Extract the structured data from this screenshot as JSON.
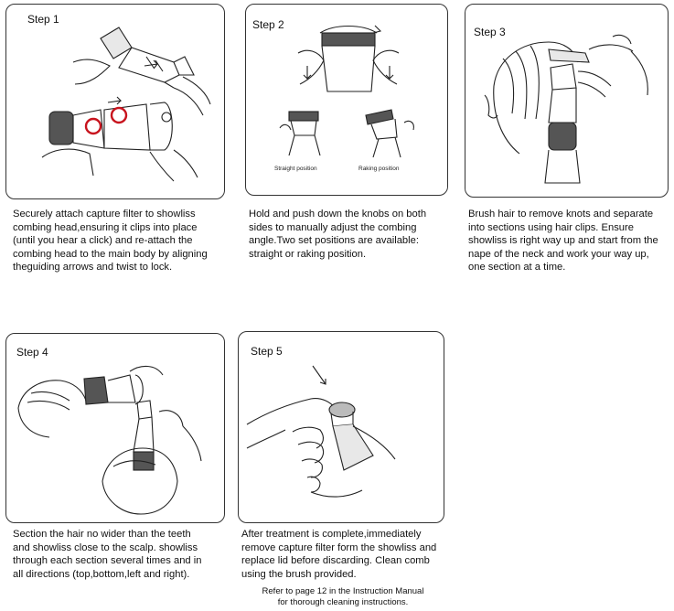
{
  "steps": [
    {
      "label": "Step 1",
      "caption": "Securely attach capture filter to showliss\ncombing head,ensuring it clips into place\n(until you hear a click) and re-attach the\ncombing head to the main body by aligning\ntheguiding arrows and twist to lock."
    },
    {
      "label": "Step 2",
      "caption": "Hold and push down the knobs on both\nsides to manually adjust the combing\nangle.Two set positions are available:\nstraight or raking position.",
      "illustration_labels": [
        "Straight position",
        "Raking position"
      ]
    },
    {
      "label": "Step 3",
      "caption": "Brush hair to remove knots and separate\ninto sections using hair clips. Ensure\nshowliss is right way up and start from the\nnape of the neck and work your way up,\none section at a time."
    },
    {
      "label": "Step 4",
      "caption": "Section the hair no wider than the teeth\nand showliss close to the scalp. showliss\nthrough each section several times and in\nall directions (top,bottom,left and right)."
    },
    {
      "label": "Step 5",
      "caption": "After treatment is complete,immediately\nremove capture filter form the showliss and\nreplace lid before discarding. Clean comb\nusing the brush provided.",
      "footnote": "Refer to page 12 in the Instruction Manual\nfor thorough cleaning instructions."
    }
  ]
}
